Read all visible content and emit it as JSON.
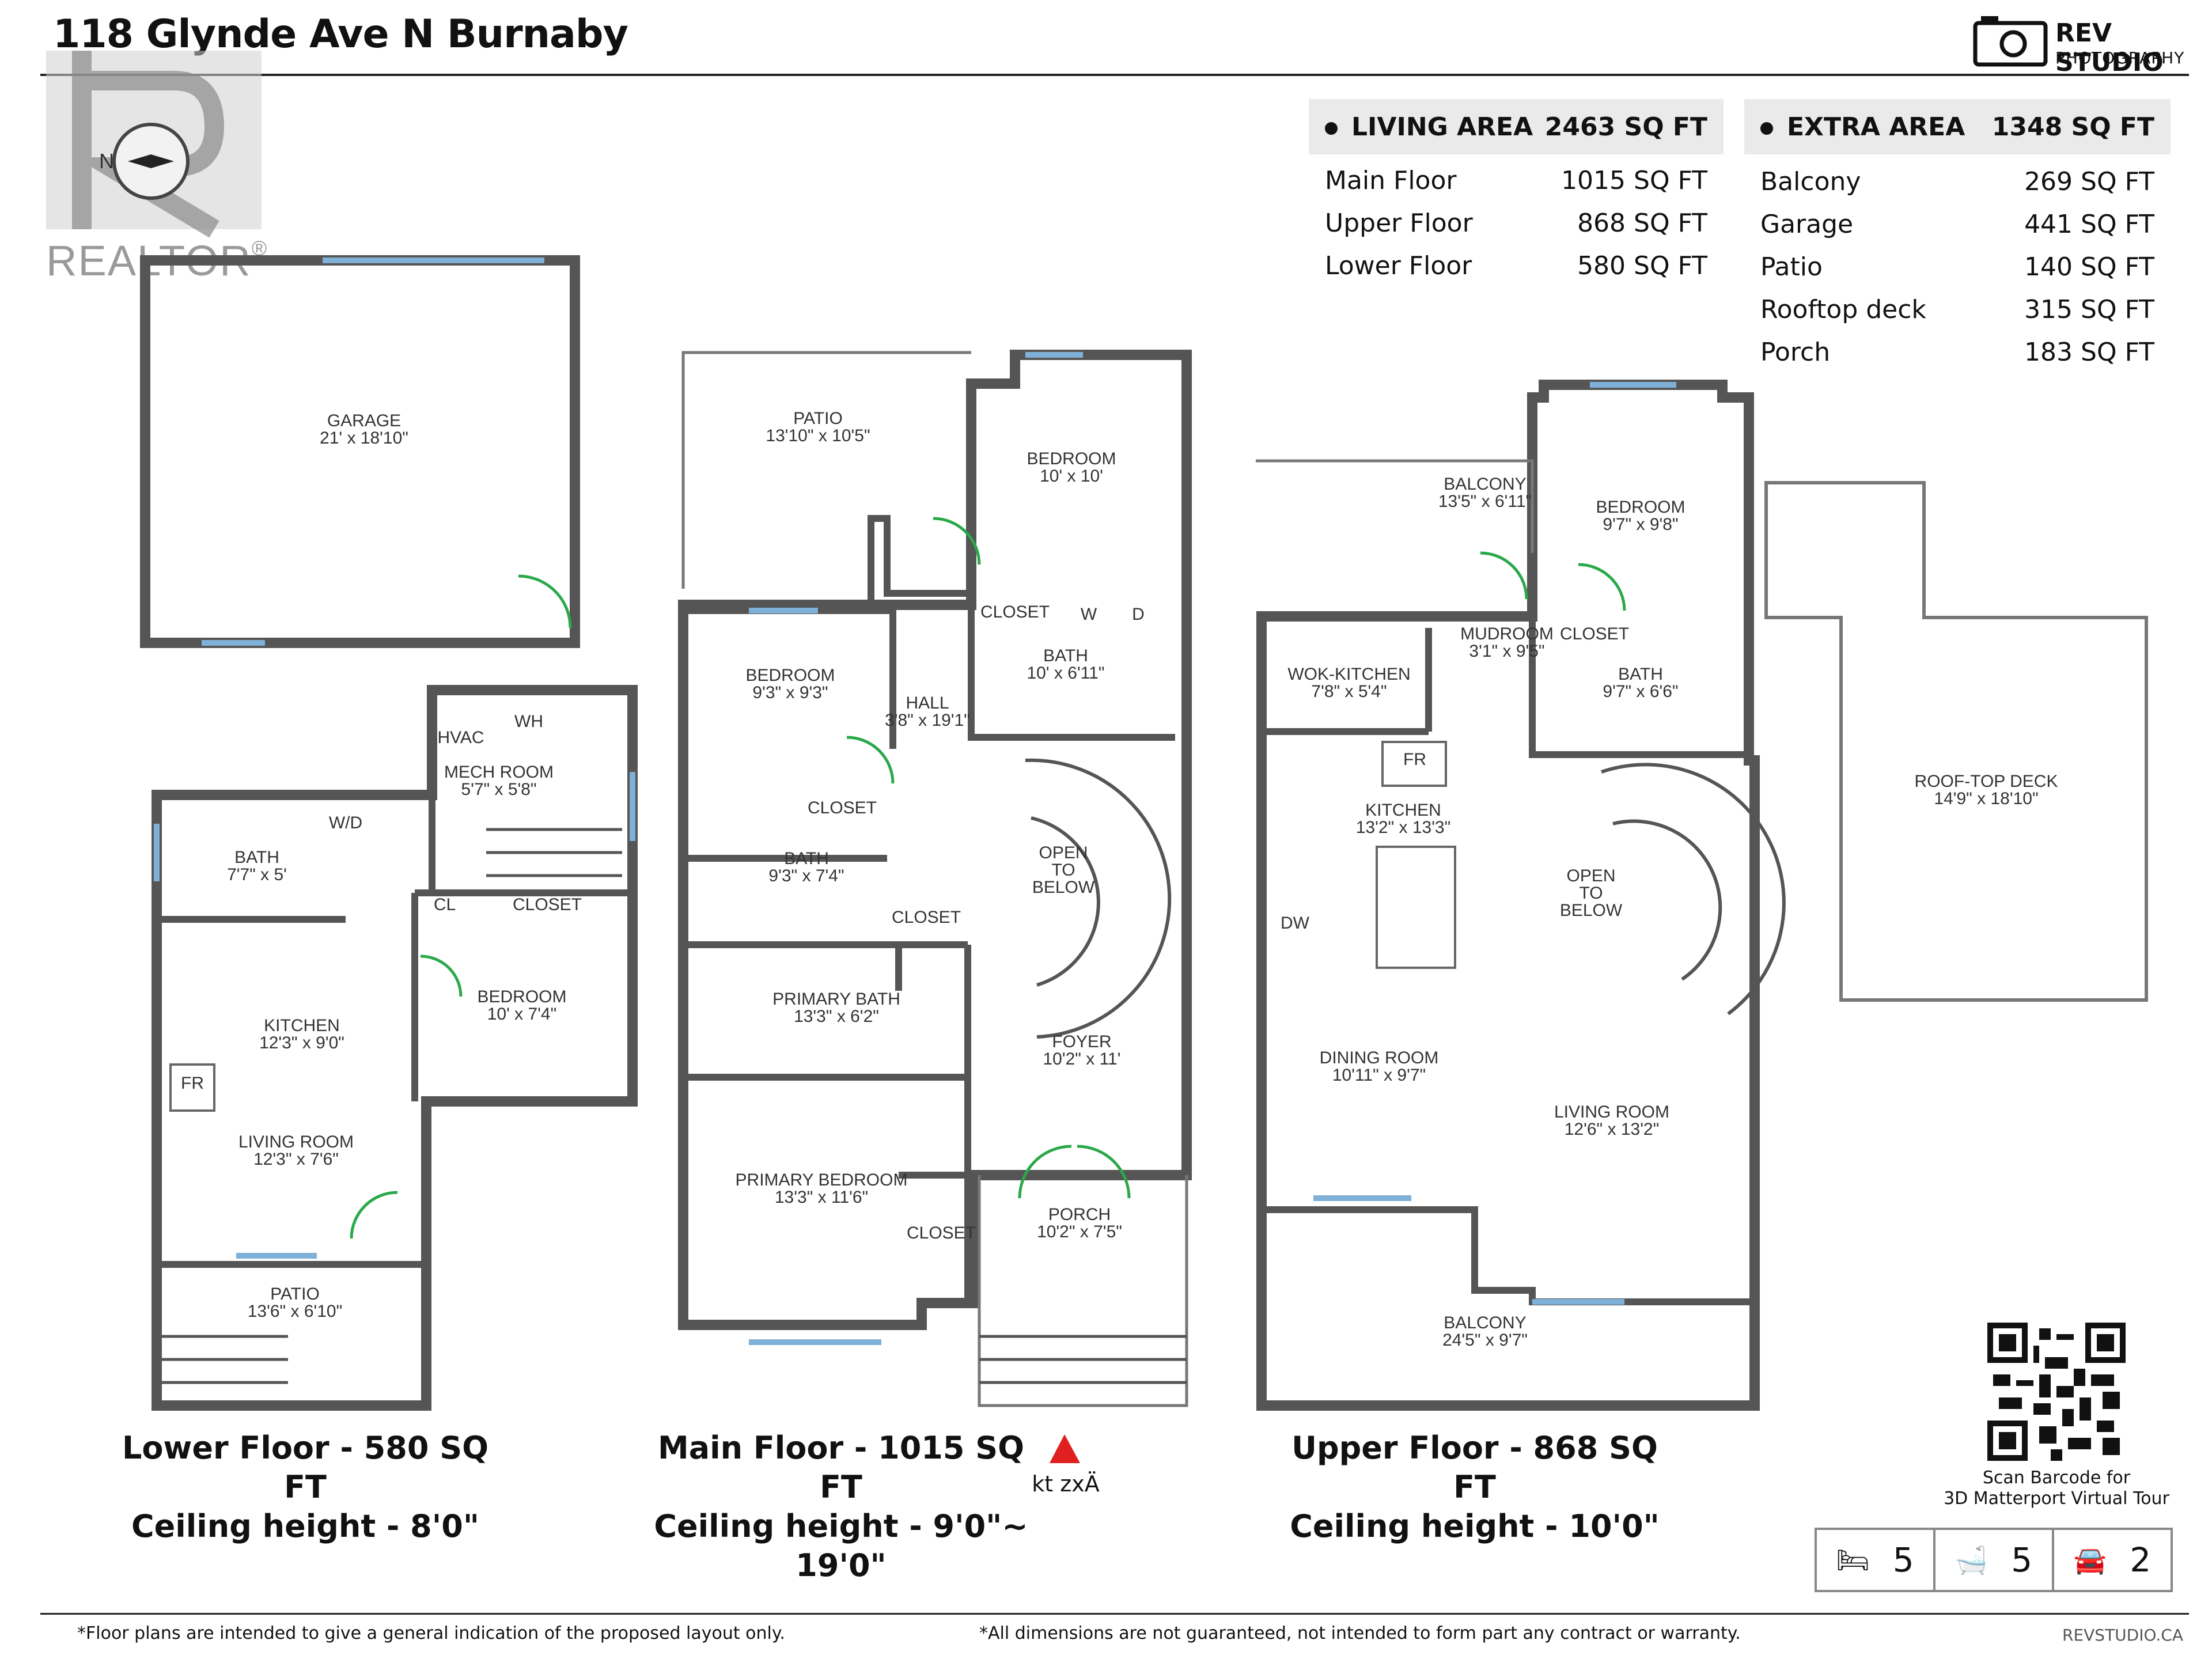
{
  "title": "118 Glynde Ave N Burnaby",
  "brand": {
    "name": "REV STUDIO",
    "sub": "PHOTOGRAPHY",
    "site": "REVSTUDIO.CA"
  },
  "watermark": {
    "text": "REALTOR",
    "mark": "®",
    "compass_letter": "N"
  },
  "living_area": {
    "label": "LIVING AREA",
    "total": "2463 SQ FT",
    "rows": [
      {
        "name": "Main Floor",
        "value": "1015 SQ FT"
      },
      {
        "name": "Upper Floor",
        "value": "868 SQ FT"
      },
      {
        "name": "Lower Floor",
        "value": "580 SQ FT"
      }
    ]
  },
  "extra_area": {
    "label": "EXTRA AREA",
    "total": "1348 SQ FT",
    "rows": [
      {
        "name": "Balcony",
        "value": "269 SQ FT"
      },
      {
        "name": "Garage",
        "value": "441 SQ FT"
      },
      {
        "name": "Patio",
        "value": "140 SQ FT"
      },
      {
        "name": "Rooftop deck",
        "value": "315 SQ FT"
      },
      {
        "name": "Porch",
        "value": "183 SQ FT"
      }
    ]
  },
  "floors": {
    "lower": {
      "line1": "Lower Floor - 580 SQ FT",
      "line2": "Ceiling height - 8'0\""
    },
    "main": {
      "line1": "Main Floor - 1015 SQ FT",
      "line2": "Ceiling height - 9'0\"~ 19'0\""
    },
    "upper": {
      "line1": "Upper Floor - 868 SQ FT",
      "line2": "Ceiling height - 10'0\""
    }
  },
  "entry_marker": "kt zxÄ",
  "rooms": {
    "garage": [
      "GARAGE",
      "21' x 18'10\""
    ],
    "mech": [
      "MECH ROOM",
      "5'7\" x 5'8\""
    ],
    "hvac": "HVAC",
    "wh": "WH",
    "wd": "W/D",
    "lower_bath": [
      "BATH",
      "7'7\" x 5'"
    ],
    "lower_cl": "CL",
    "lower_closet": "CLOSET",
    "lower_bedroom": [
      "BEDROOM",
      "10' x 7'4\""
    ],
    "lower_kitchen": [
      "KITCHEN",
      "12'3\" x 9'0\""
    ],
    "lower_fr": "FR",
    "lower_living": [
      "LIVING ROOM",
      "12'3\" x 7'6\""
    ],
    "lower_patio": [
      "PATIO",
      "13'6\" x 6'10\""
    ],
    "main_patio": [
      "PATIO",
      "13'10\" x 10'5\""
    ],
    "main_bedroom_top": [
      "BEDROOM",
      "10' x 10'"
    ],
    "main_closet_w": "CLOSET",
    "w": "W",
    "d": "D",
    "main_bath_right": [
      "BATH",
      "10' x 6'11\""
    ],
    "main_bedroom_left": [
      "BEDROOM",
      "9'3\" x 9'3\""
    ],
    "hall": [
      "HALL",
      "3'8\" x 19'1\""
    ],
    "main_closet2": "CLOSET",
    "main_bath_left": [
      "BATH",
      "9'3\" x 7'4\""
    ],
    "main_closet3": "CLOSET",
    "open_below": [
      "OPEN",
      "TO",
      "BELOW"
    ],
    "primary_bath": [
      "PRIMARY BATH",
      "13'3\" x 6'2\""
    ],
    "foyer": [
      "FOYER",
      "10'2\" x 11'"
    ],
    "primary_bedroom": [
      "PRIMARY BEDROOM",
      "13'3\" x 11'6\""
    ],
    "primary_closet": "CLOSET",
    "porch": [
      "PORCH",
      "10'2\" x 7'5\""
    ],
    "balcony_top": [
      "BALCONY",
      "13'5\" x 6'11\""
    ],
    "upper_bedroom": [
      "BEDROOM",
      "9'7\" x 9'8\""
    ],
    "mudroom": [
      "MUDROOM",
      "3'1\" x 9'5\""
    ],
    "upper_closet": "CLOSET",
    "wok": [
      "WOK-KITCHEN",
      "7'8\" x 5'4\""
    ],
    "upper_bath": [
      "BATH",
      "9'7\" x 6'6\""
    ],
    "upper_fr": "FR",
    "upper_kitchen": [
      "KITCHEN",
      "13'2\" x 13'3\""
    ],
    "upper_open": [
      "OPEN",
      "TO",
      "BELOW"
    ],
    "dw": "DW",
    "dining": [
      "DINING ROOM",
      "10'11\" x 9'7\""
    ],
    "upper_living": [
      "LIVING ROOM",
      "12'6\" x 13'2\""
    ],
    "balcony_bottom": [
      "BALCONY",
      "24'5\" x 9'7\""
    ],
    "rooftop": [
      "ROOF-TOP DECK",
      "14'9\" x 18'10\""
    ]
  },
  "qr_caption": [
    "Scan Barcode for",
    "3D Matterport Virtual Tour"
  ],
  "counts": {
    "bedrooms": "5",
    "bathrooms": "5",
    "parking": "2"
  },
  "footer": {
    "left": "*Floor plans are intended to give a general indication of the proposed layout only.",
    "right": "*All dimensions are not guaranteed, not intended to form part any contract or warranty."
  },
  "colors": {
    "wall": "#555555",
    "window": "#7fb0d8",
    "door": "#2aa84a",
    "entry_arrow": "#e02020"
  }
}
